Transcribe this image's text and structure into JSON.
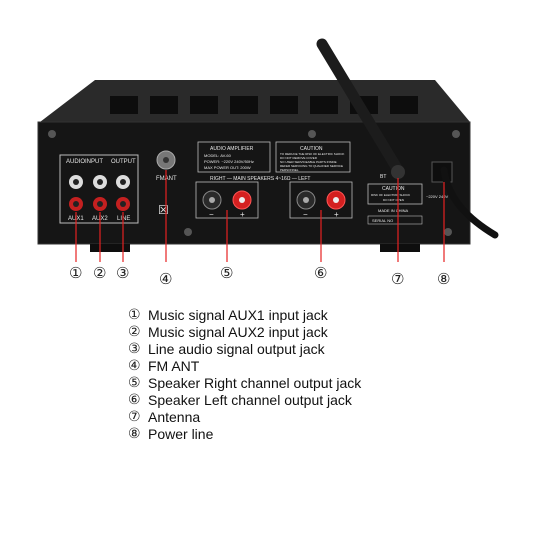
{
  "panel": {
    "section_audio_input": "AUDIOINPUT",
    "section_output": "OUTPUT",
    "jack_aux1": "AUX1",
    "jack_aux2": "AUX2",
    "jack_line": "LINE",
    "fm_ant": "FMANT",
    "nameplate_title": "AUDIO AMPLIFIER",
    "nameplate_model": "MODEL: AV-60",
    "nameplate_power": "POWER: ~220V 240V/50Hz",
    "nameplate_max": "MAX POWER OUT: 200W",
    "caution_title": "CAUTION",
    "caution_lines": [
      "TO REDUCE THE RISK OF ELECTRIC SHOCK",
      "DO NOT REMOVE COVER",
      "NO USER SERVICEABLE PARTS INSIDE",
      "REFER SERVICING TO QUALIFIED SERVICE",
      "PERSONNEL"
    ],
    "speakers_label": "RIGHT — MAIN SPEAKERS 4~16Ω — LEFT",
    "minus": "−",
    "plus": "+",
    "bt_label": "BT",
    "caution2_title": "CAUTION",
    "caution2_line1": "RISK OF ELECTRIC SHOCK",
    "caution2_line2": "DO NOT OPEN",
    "made_in": "MADE IN CHINA",
    "serial": "SERIAL NO",
    "power_rating": "~220V 240V"
  },
  "callouts": [
    "①",
    "②",
    "③",
    "④",
    "⑤",
    "⑥",
    "⑦",
    "⑧"
  ],
  "legend": [
    {
      "num": "①",
      "text": "Music signal AUX1 input jack"
    },
    {
      "num": "②",
      "text": "Music signal AUX2 input jack"
    },
    {
      "num": "③",
      "text": "Line audio signal output jack"
    },
    {
      "num": "④",
      "text": "FM ANT"
    },
    {
      "num": "⑤",
      "text": "Speaker Right channel output jack"
    },
    {
      "num": "⑥",
      "text": "Speaker Left channel output jack"
    },
    {
      "num": "⑦",
      "text": "Antenna"
    },
    {
      "num": "⑧",
      "text": "Power line"
    }
  ],
  "colors": {
    "chassis": "#1a1a1a",
    "panel": "#141414",
    "callout_line": "#e52222",
    "terminal_red": "#d42020",
    "terminal_black": "#222222"
  }
}
